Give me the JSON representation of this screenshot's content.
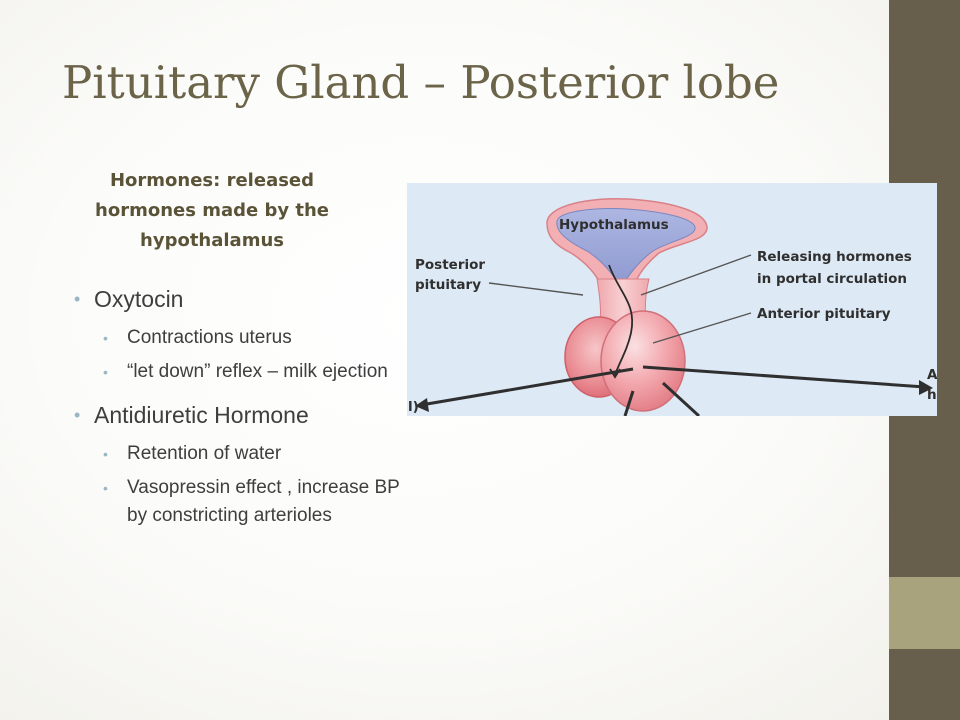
{
  "slide": {
    "title": "Pituitary Gland – Posterior lobe",
    "subheading": "Hormones: released hormones made by the hypothalamus",
    "bullets": [
      {
        "text": "Oxytocin",
        "sub": [
          "Contractions uterus",
          "“let down” reflex – milk ejection"
        ]
      },
      {
        "text": "Antidiuretic Hormone",
        "sub": [
          "Retention of water",
          "Vasopressin effect , increase BP by constricting arterioles"
        ]
      }
    ]
  },
  "diagram": {
    "labels": {
      "hypothalamus": "Hypothalamus",
      "posterior_line1": "Posterior",
      "posterior_line2": "pituitary",
      "releasing_line1": "Releasing hormones",
      "releasing_line2": "in portal circulation",
      "anterior": "Anterior pituitary",
      "cut_right_1": "A",
      "cut_right_2": "h",
      "cut_left": "l)"
    }
  },
  "colors": {
    "title": "#6b6449",
    "side_bar": "#675f4b",
    "side_accent": "#a8a37d",
    "bullet_marker": "#9bb7c3",
    "diagram_background": "#dde9f4"
  }
}
